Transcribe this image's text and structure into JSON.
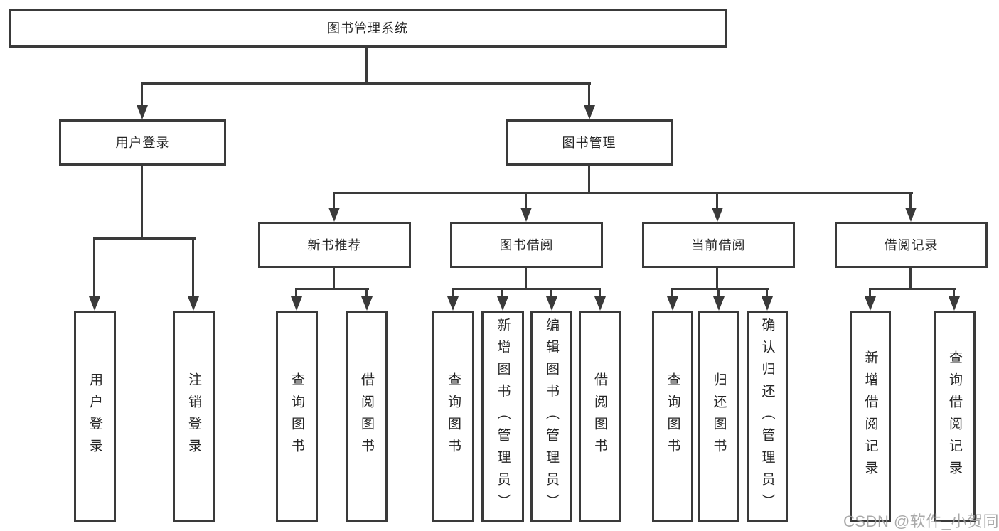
{
  "diagram": {
    "title": "图书管理系统",
    "type": "hierarchy-tree",
    "nodes": {
      "root": "图书管理系统",
      "user_login": "用户登录",
      "book_mgmt": "图书管理",
      "new_book_rec": "新书推荐",
      "book_borrow": "图书借阅",
      "current_borrow": "当前借阅",
      "borrow_record": "借阅记录",
      "login": "用户登录",
      "logout": "注销登录",
      "rec_query": "查询图书",
      "rec_borrow": "借阅图书",
      "bb_query": "查询图书",
      "bb_add": "新增图书（管理员）",
      "bb_edit": "编辑图书（管理员）",
      "bb_borrow": "借阅图书",
      "cb_query": "查询图书",
      "cb_return": "归还图书",
      "cb_confirm": "确认归还（管理员）",
      "br_add": "新增借阅记录",
      "br_query": "查询借阅记录"
    },
    "hierarchy": [
      {
        "parent": "图书管理系统",
        "children": [
          "用户登录",
          "图书管理"
        ]
      },
      {
        "parent": "用户登录",
        "children": [
          "用户登录",
          "注销登录"
        ]
      },
      {
        "parent": "图书管理",
        "children": [
          "新书推荐",
          "图书借阅",
          "当前借阅",
          "借阅记录"
        ]
      },
      {
        "parent": "新书推荐",
        "children": [
          "查询图书",
          "借阅图书"
        ]
      },
      {
        "parent": "图书借阅",
        "children": [
          "查询图书",
          "新增图书（管理员）",
          "编辑图书（管理员）",
          "借阅图书"
        ]
      },
      {
        "parent": "当前借阅",
        "children": [
          "查询图书",
          "归还图书",
          "确认归还（管理员）"
        ]
      },
      {
        "parent": "借阅记录",
        "children": [
          "新增借阅记录",
          "查询借阅记录"
        ]
      }
    ],
    "watermark": "CSDN @软件_小贺同学",
    "colors": {
      "line": "#3a3a3a",
      "text": "#262626",
      "watermark": "#9e9e9e",
      "background": "#ffffff"
    }
  }
}
